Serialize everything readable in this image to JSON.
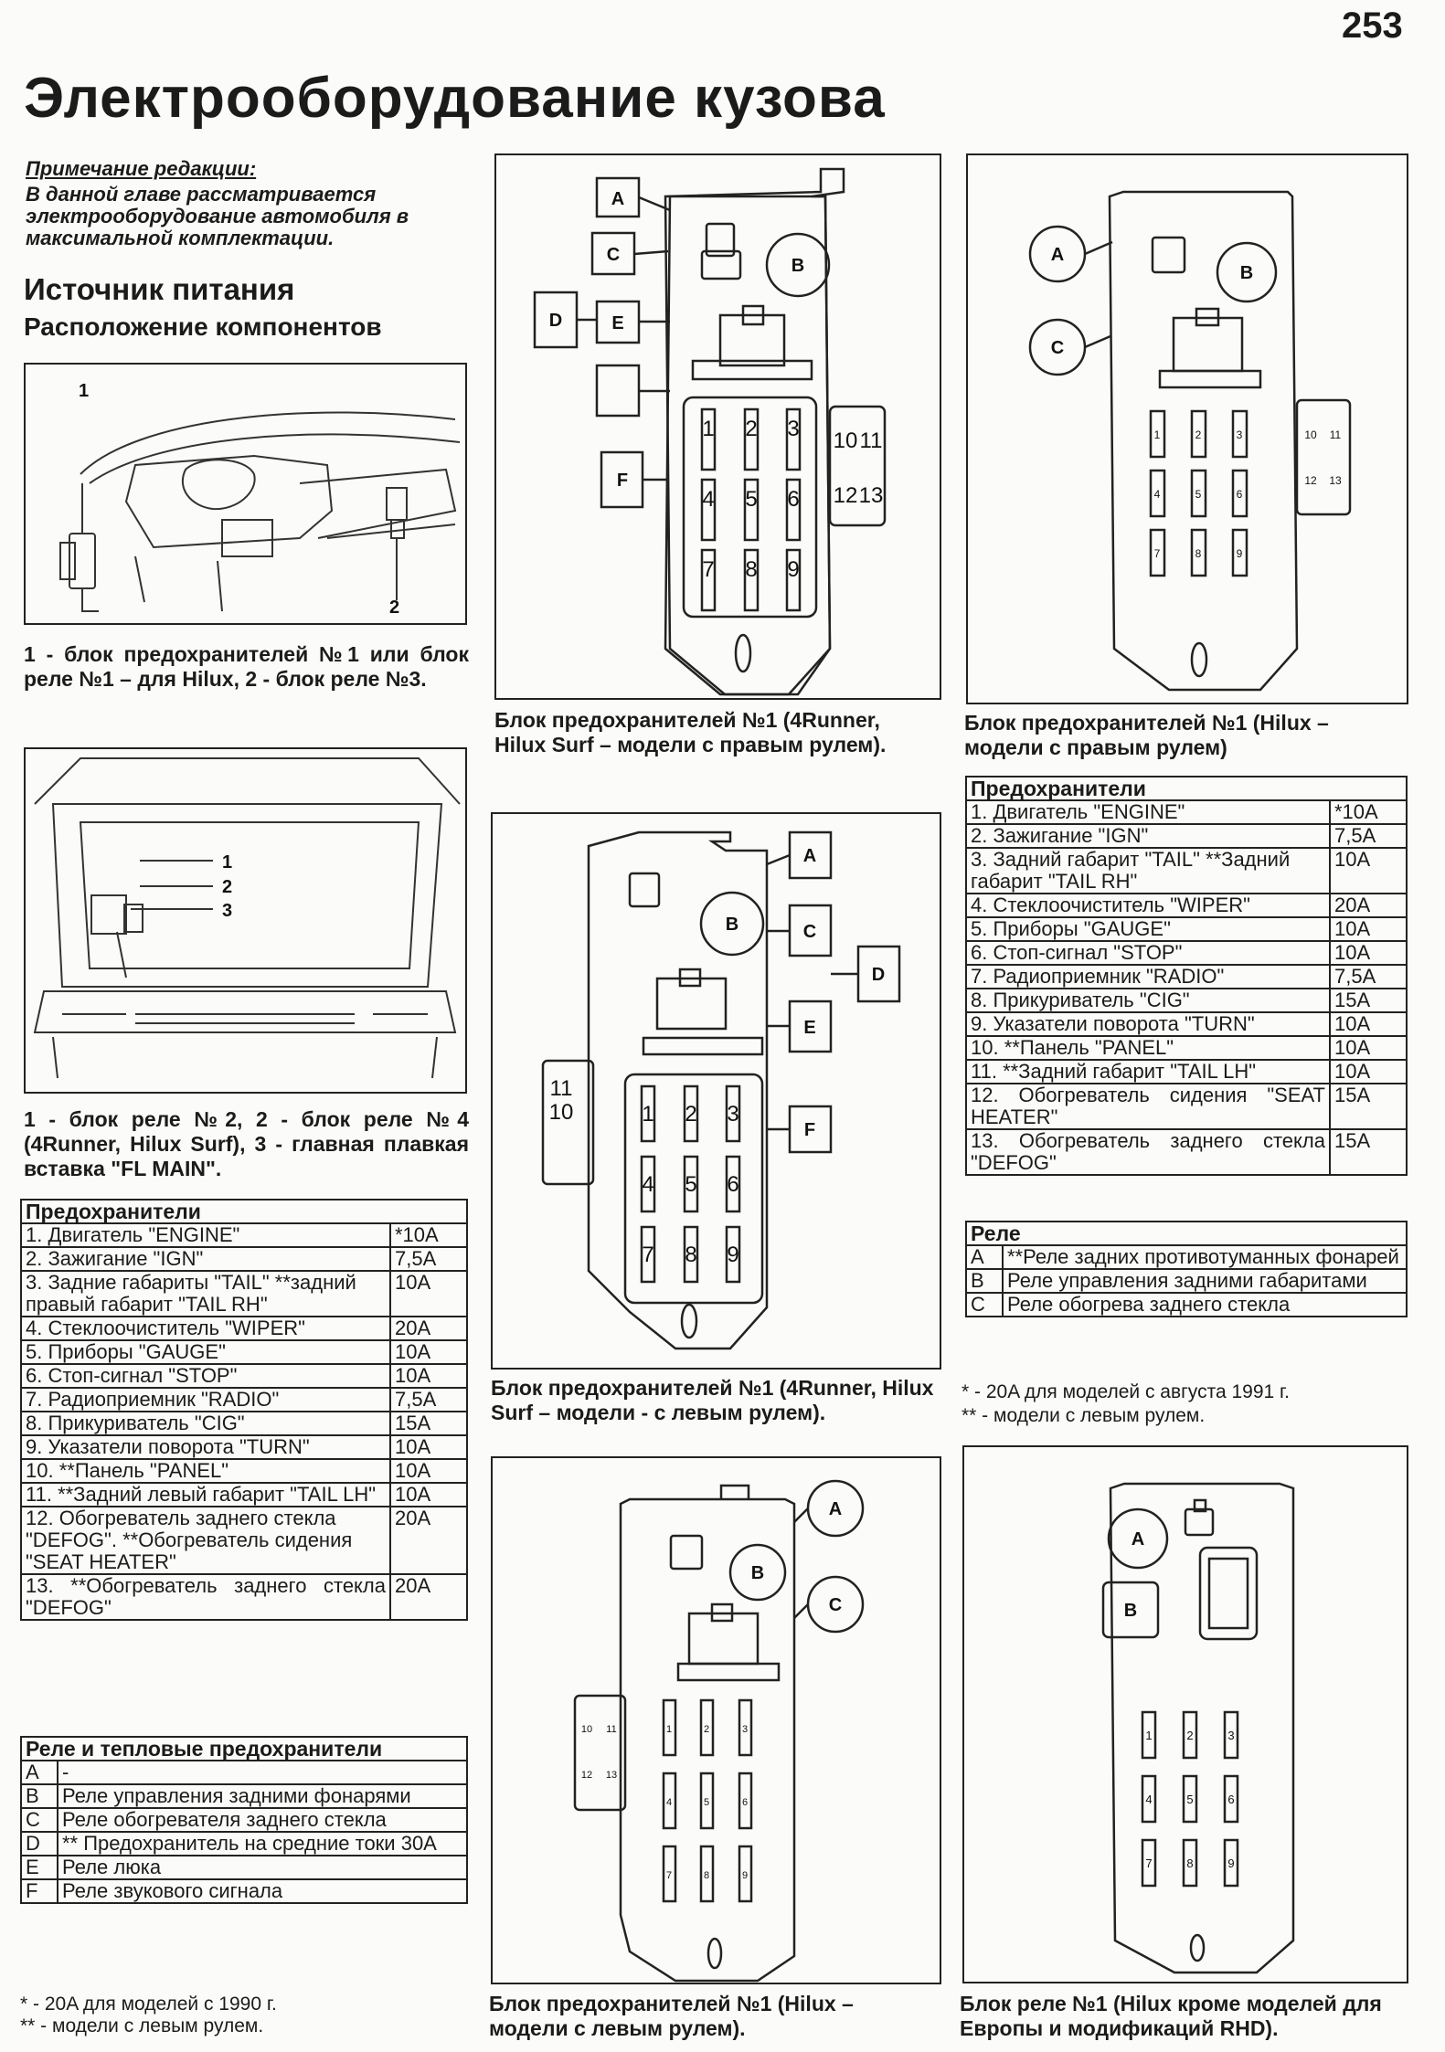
{
  "page_number": "253",
  "section_title": "Электрооборудование кузова",
  "editor_note": {
    "label": "Примечание редакции:",
    "body": "В данной главе рассматривается электрооборудование автомобиля в максимальной комплектации."
  },
  "heading_power": "Источник питания",
  "heading_location": "Расположение компонентов",
  "figures": {
    "dash": {
      "callouts": [
        "1",
        "2"
      ],
      "caption": "1 - блок предохранителей №1 или блок реле №1 – для Hilux, 2 - блок реле №3."
    },
    "engine_bay": {
      "callouts": [
        "1",
        "2",
        "3"
      ],
      "caption": "1 - блок реле №2, 2 - блок реле №4 (4Runner, Hilux Surf), 3 - главная плавкая вставка \"FL MAIN\"."
    },
    "block_4runner_rhd": {
      "caption": "Блок предохранителей №1 (4Runner, Hilux Surf – модели с правым рулем)."
    },
    "block_hilux_rhd": {
      "caption": "Блок предохранителей №1 (Hilux – модели с правым рулем)"
    },
    "block_4runner_lhd": {
      "caption": "Блок предохранителей №1 (4Runner, Hilux Surf – модели - с левым рулем)."
    },
    "block_hilux_lhd": {
      "caption": "Блок предохранителей №1 (Hilux – модели с левым рулем)."
    },
    "relay_block_hilux": {
      "caption": "Блок реле №1 (Hilux кроме моделей для Европы и модификаций RHD)."
    }
  },
  "diagram_labels": {
    "A": "A",
    "B": "B",
    "C": "C",
    "D": "D",
    "E": "E",
    "F": "F",
    "fuses": [
      "1",
      "2",
      "3",
      "4",
      "5",
      "6",
      "7",
      "8",
      "9",
      "10",
      "11",
      "12",
      "13"
    ]
  },
  "table_left": {
    "fuses_header": "Предохранители",
    "fuses": [
      {
        "name": "1. Двигатель \"ENGINE\"",
        "value": "*10A"
      },
      {
        "name": "2. Зажигание \"IGN\"",
        "value": "7,5A"
      },
      {
        "name": "3. Задние габариты \"TAIL\" **задний правый габарит \"TAIL RH\"",
        "value": "10A"
      },
      {
        "name": "4. Стеклоочиститель \"WIPER\"",
        "value": "20A"
      },
      {
        "name": "5. Приборы \"GAUGE\"",
        "value": "10A"
      },
      {
        "name": "6. Стоп-сигнал \"STOP\"",
        "value": "10A"
      },
      {
        "name": "7. Радиоприемник \"RADIO\"",
        "value": "7,5A"
      },
      {
        "name": "8. Прикуриватель \"CIG\"",
        "value": "15A"
      },
      {
        "name": "9. Указатели поворота \"TURN\"",
        "value": "10A"
      },
      {
        "name": "10. **Панель \"PANEL\"",
        "value": "10A"
      },
      {
        "name": "11. **Задний левый габарит \"TAIL LH\"",
        "value": "10A"
      },
      {
        "name": "12. Обогреватель заднего стекла \"DEFOG\". **Обогреватель сидения \"SEAT HEATER\"",
        "value": "20A"
      },
      {
        "name": "13. **Обогреватель заднего стекла \"DEFOG\"",
        "value": "20A"
      }
    ],
    "relays_header": "Реле и тепловые предохранители",
    "relays": [
      {
        "code": "A",
        "name": "-"
      },
      {
        "code": "B",
        "name": "Реле управления задними фонарями"
      },
      {
        "code": "C",
        "name": "Реле обогревателя заднего стекла"
      },
      {
        "code": "D",
        "name": "** Предохранитель на средние токи 30A"
      },
      {
        "code": "E",
        "name": "Реле люка"
      },
      {
        "code": "F",
        "name": "Реле звукового сигнала"
      }
    ],
    "footnotes": [
      "* - 20A для моделей с 1990 г.",
      "** - модели с левым рулем."
    ]
  },
  "table_right": {
    "fuses_header": "Предохранители",
    "fuses": [
      {
        "name": "1. Двигатель \"ENGINE\"",
        "value": "*10A"
      },
      {
        "name": "2. Зажигание \"IGN\"",
        "value": "7,5A"
      },
      {
        "name": "3. Задний габарит \"TAIL\" **Задний габарит \"TAIL RH\"",
        "value": "10A"
      },
      {
        "name": "4. Стеклоочиститель \"WIPER\"",
        "value": "20A"
      },
      {
        "name": "5. Приборы \"GAUGE\"",
        "value": "10A"
      },
      {
        "name": "6. Стоп-сигнал \"STOP\"",
        "value": "10A"
      },
      {
        "name": "7. Радиоприемник \"RADIO\"",
        "value": "7,5A"
      },
      {
        "name": "8. Прикуриватель \"CIG\"",
        "value": "15A"
      },
      {
        "name": "9. Указатели поворота \"TURN\"",
        "value": "10A"
      },
      {
        "name": "10. **Панель \"PANEL\"",
        "value": "10A"
      },
      {
        "name": "11. **Задний габарит \"TAIL LH\"",
        "value": "10A"
      },
      {
        "name": "12. Обогреватель сидения \"SEAT HEATER\"",
        "value": "15A"
      },
      {
        "name": "13. Обогреватель заднего стекла \"DEFOG\"",
        "value": "15A"
      }
    ],
    "relays_header": "Реле",
    "relays": [
      {
        "code": "A",
        "name": "**Реле задних противотуманных фонарей"
      },
      {
        "code": "B",
        "name": "Реле управления задними габаритами"
      },
      {
        "code": "C",
        "name": "Реле обогрева заднего стекла"
      }
    ],
    "footnotes": [
      "* - 20A для моделей с августа 1991 г.",
      "** - модели с левым рулем."
    ]
  }
}
